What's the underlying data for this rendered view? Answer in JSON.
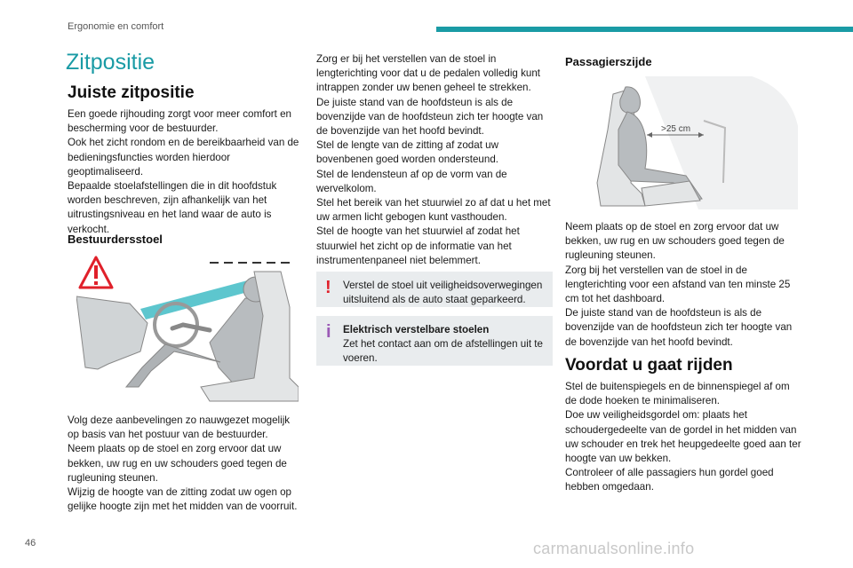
{
  "header": {
    "section": "Ergonomie en comfort",
    "accent_color": "#1a9ba5"
  },
  "page": {
    "title": "Zitpositie",
    "number": "46"
  },
  "col1": {
    "heading": "Juiste zitpositie",
    "intro": [
      "Een goede rijhouding zorgt voor meer comfort en bescherming voor de bestuurder.",
      "Ook het zicht rondom en de bereikbaarheid van de bedieningsfuncties worden hierdoor geoptimaliseerd.",
      "Bepaalde stoelafstellingen die in dit hoofdstuk worden beschreven, zijn afhankelijk van het uitrustingsniveau en het land waar de auto is verkocht."
    ],
    "driver_heading": "Bestuurdersstoel",
    "warning_icon": "warning-triangle-icon",
    "driver_text": [
      "Volg deze aanbevelingen zo nauwgezet mogelijk op basis van het postuur van de bestuurder.",
      "Neem plaats op de stoel en zorg ervoor dat uw bekken, uw rug en uw schouders goed tegen de rugleuning steunen.",
      "Wijzig de hoogte van de zitting zodat uw ogen op gelijke hoogte zijn met het midden van de voorruit."
    ]
  },
  "col2": {
    "text": [
      "Zorg er bij het verstellen van de stoel in lengterichting voor dat u de pedalen volledig kunt intrappen zonder uw benen geheel te strekken.",
      "De juiste stand van de hoofdsteun is als de bovenzijde van de hoofdsteun zich ter hoogte van de bovenzijde van het hoofd bevindt.",
      "Stel de lengte van de zitting af zodat uw bovenbenen goed worden ondersteund.",
      "Stel de lendensteun af op de vorm van de wervelkolom.",
      "Stel het bereik van het stuurwiel zo af dat u het met uw armen licht gebogen kunt vasthouden.",
      "Stel de hoogte van het stuurwiel af zodat het stuurwiel het zicht op de informatie van het instrumentenpaneel niet belemmert."
    ],
    "warning_box": {
      "icon": "!",
      "color": "#e0202a",
      "text": "Verstel de stoel uit veiligheidsoverwegingen uitsluitend als de auto staat geparkeerd."
    },
    "info_box": {
      "icon": "i",
      "color": "#9b59b6",
      "title": "Elektrisch verstelbare stoelen",
      "text": "Zet het contact aan om de afstellingen uit te voeren."
    }
  },
  "col3": {
    "passenger_heading": "Passagierszijde",
    "distance_label": ">25 cm",
    "passenger_text": [
      "Neem plaats op de stoel en zorg ervoor dat uw bekken, uw rug en uw schouders goed tegen de rugleuning steunen.",
      "Zorg bij het verstellen van de stoel in de lengterichting voor een afstand van ten minste 25 cm tot het dashboard.",
      "De juiste stand van de hoofdsteun is als de bovenzijde van de hoofdsteun zich ter hoogte van de bovenzijde van het hoofd bevindt."
    ],
    "before_heading": "Voordat u gaat rijden",
    "before_text": [
      "Stel de buitenspiegels en de binnenspiegel af om de dode hoeken te minimaliseren.",
      "Doe uw veiligheidsgordel om: plaats het schoudergedeelte van de gordel in het midden van uw schouder en trek het heupgedeelte goed aan ter hoogte van uw bekken.",
      "Controleer of alle passagiers hun gordel goed hebben omgedaan."
    ]
  },
  "footer": {
    "watermark": "carmanualsonline.info"
  }
}
